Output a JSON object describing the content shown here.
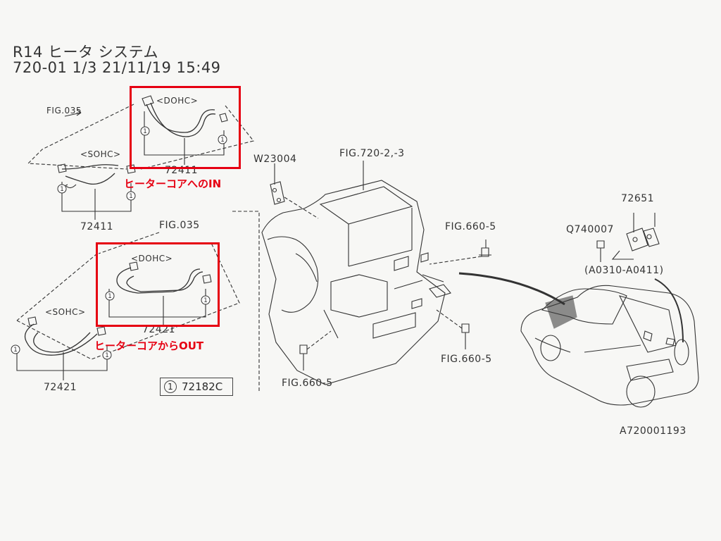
{
  "header": {
    "line1": "R14 ヒータ システム",
    "line2": "720-01  1/3  21/11/19 15:49"
  },
  "hoses": {
    "upper_group": {
      "fig_ref": "FIG.035",
      "dohc_label": "<DOHC>",
      "dohc_part": "72411",
      "sohc_label": "<SOHC>",
      "sohc_part": "72411",
      "annotation": "ヒーターコアへのIN"
    },
    "lower_group": {
      "fig_ref": "FIG.035",
      "dohc_label": "<DOHC>",
      "dohc_part": "72421",
      "sohc_label": "<SOHC>",
      "sohc_part": "72421",
      "annotation": "ヒーターコアからOUT"
    },
    "clamp_marker": "1"
  },
  "legend": {
    "marker": "1",
    "part": "72182C"
  },
  "heater_unit": {
    "fig_ref": "FIG.720-2,-3",
    "bracket_part": "W23004",
    "bolt_ref_top": "FIG.660-5",
    "bolt_ref_right": "FIG.660-5",
    "bolt_ref_bottom": "FIG.660-5"
  },
  "vehicle": {
    "bolt_part": "Q740007",
    "cover_part": "72651",
    "range": "(A0310-A0411)",
    "diagram_id": "A720001193"
  },
  "colors": {
    "highlight": "#e60012",
    "line": "#333333"
  }
}
